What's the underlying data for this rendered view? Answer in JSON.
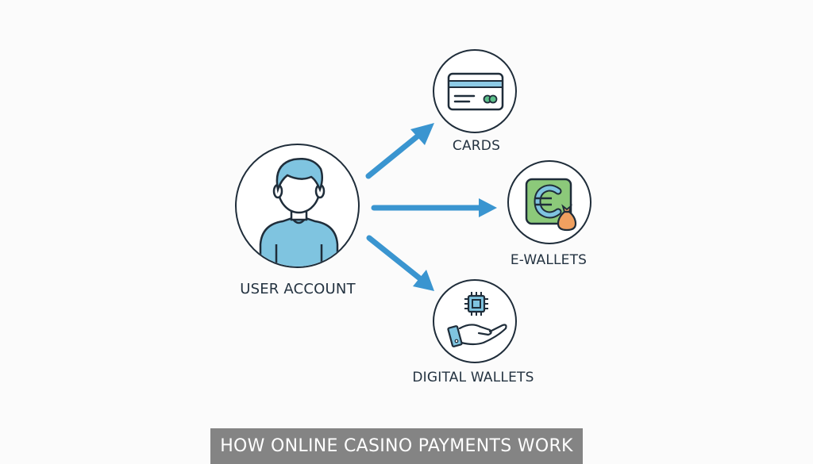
{
  "diagram": {
    "source": {
      "label": "USER ACCOUNT",
      "icon": "user-avatar-icon"
    },
    "targets": [
      {
        "label": "CARDS",
        "icon": "credit-card-icon"
      },
      {
        "label": "E-WALLETS",
        "icon": "euro-money-bag-icon"
      },
      {
        "label": "DIGITAL WALLETS",
        "icon": "hand-chip-icon"
      }
    ],
    "arrows": [
      {
        "from": "USER ACCOUNT",
        "to": "CARDS"
      },
      {
        "from": "USER ACCOUNT",
        "to": "E-WALLETS"
      },
      {
        "from": "USER ACCOUNT",
        "to": "DIGITAL WALLETS"
      }
    ],
    "caption": "HOW ONLINE CASINO PAYMENTS WORK"
  },
  "colors": {
    "arrow": "#3a95d0",
    "outline": "#1f2d3a",
    "avatar_fill": "#7fc4e0",
    "card_stripe": "#8dcbe6",
    "card_chip": "#5cc08a",
    "ewallet_bg": "#8cc97a",
    "euro_fill": "#7fc4e0",
    "bag_fill": "#f0a060",
    "caption_bg": "#848484",
    "caption_text": "#ffffff",
    "label_text": "#243341"
  }
}
